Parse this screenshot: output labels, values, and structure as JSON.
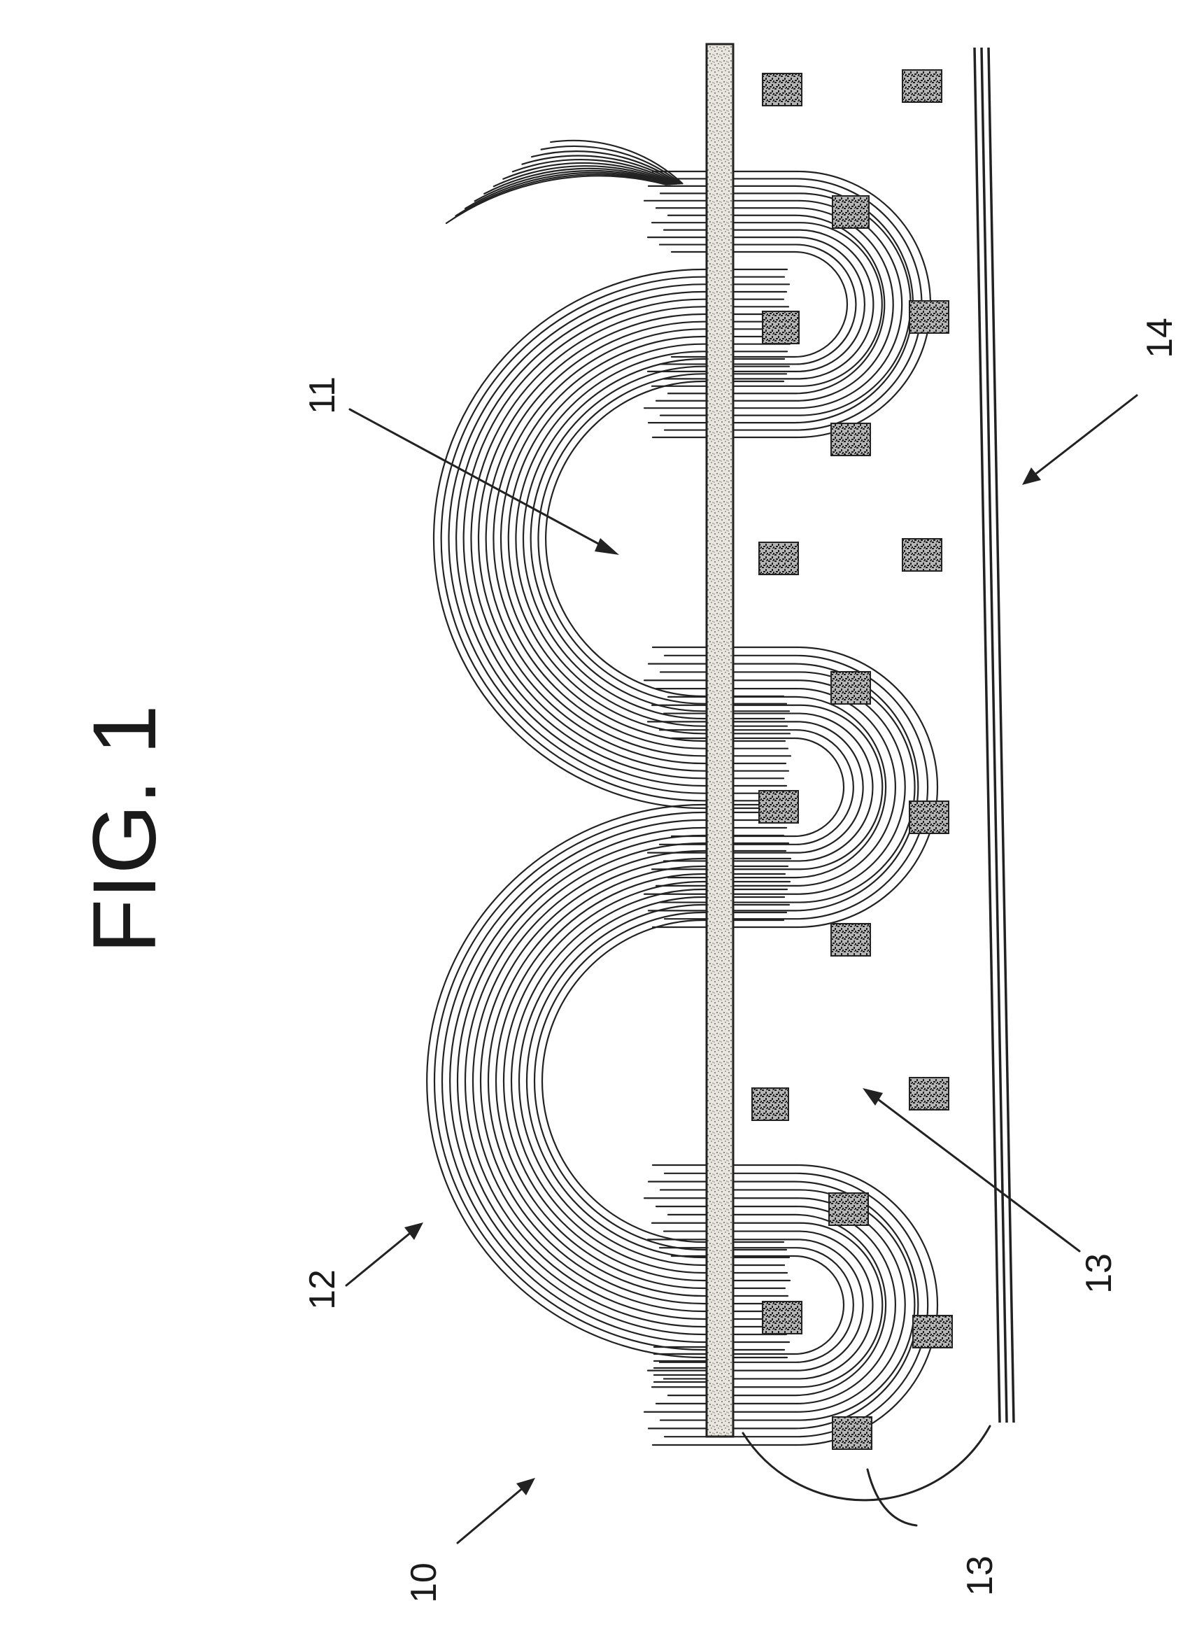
{
  "figure": {
    "title": "FIG. 1",
    "labels": {
      "ref_10": "10",
      "ref_11": "11",
      "ref_12": "12",
      "ref_13_arc": "13",
      "ref_13_arrow": "13",
      "ref_14": "14"
    }
  },
  "colors": {
    "ink": "#222222",
    "stipple_fill": "#e9e6df",
    "block_fill": "#9a9a9a",
    "background": "#ffffff"
  }
}
